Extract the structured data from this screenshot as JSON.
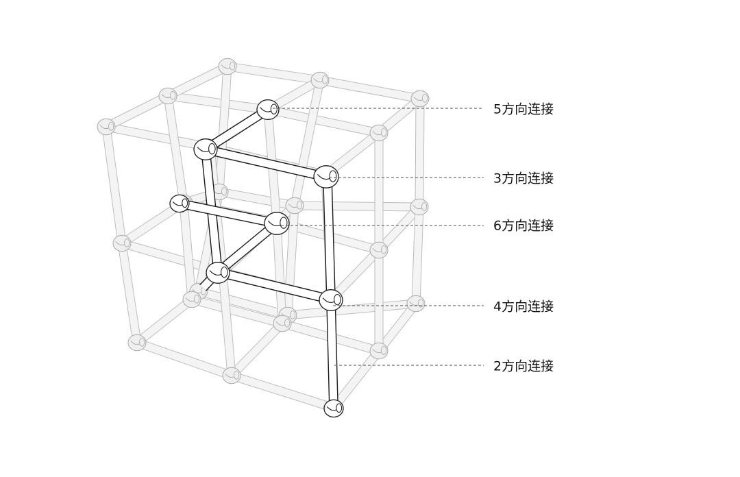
{
  "labels": [
    {
      "id": "five-way",
      "text": "5方向连接"
    },
    {
      "id": "three-way",
      "text": "3方向连接"
    },
    {
      "id": "six-way",
      "text": "6方向连接"
    },
    {
      "id": "four-way",
      "text": "4方向连接"
    },
    {
      "id": "two-way",
      "text": "2方向连接"
    }
  ],
  "colors": {
    "faint_pipe": "#dedede",
    "faint_pipe_edge": "#bdbdbd",
    "dark_pipe_edge": "#1a1a1a",
    "leader_line": "#707070"
  }
}
